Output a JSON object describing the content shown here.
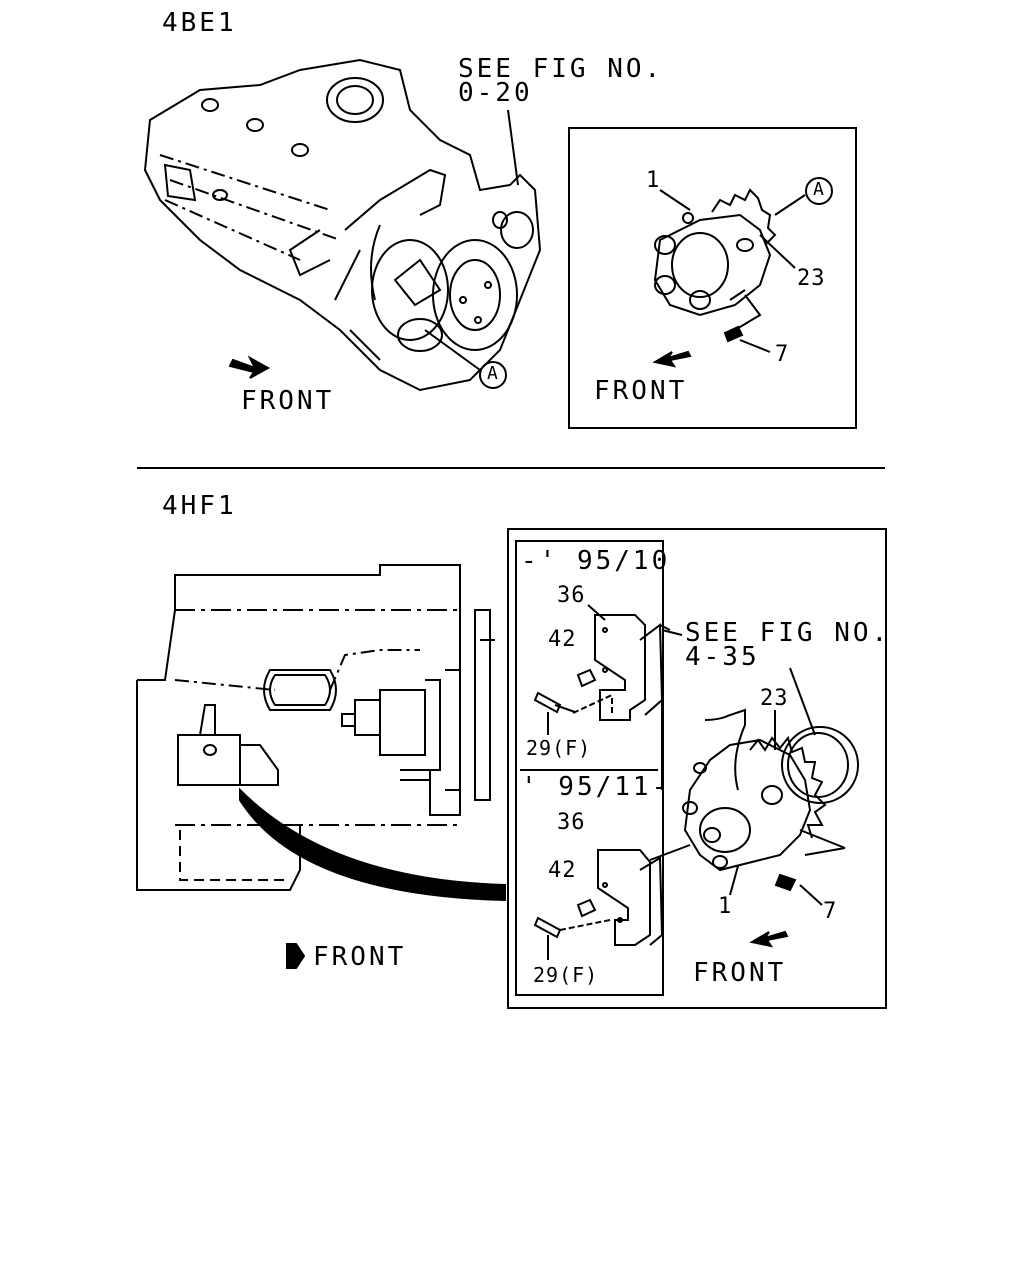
{
  "upper": {
    "model_label": "4BE1",
    "see_fig_line1": "SEE FIG NO.",
    "see_fig_line2": "0-20",
    "callout_a": "A",
    "front_label": "FRONT",
    "inset": {
      "part_1": "1",
      "callout_a": "A",
      "part_23": "23",
      "part_7": "7",
      "front_label": "FRONT"
    }
  },
  "lower": {
    "model_label": "4HF1",
    "front_label": "FRONT",
    "inset": {
      "variant_early": {
        "period": "-' 95/10",
        "part_36": "36",
        "part_42": "42",
        "part_29": "29(F)"
      },
      "variant_late": {
        "period": "' 95/11-",
        "part_36": "36",
        "part_42": "42",
        "part_29": "29(F)"
      },
      "see_fig_line1": "SEE FIG NO.",
      "see_fig_line2": "4-35",
      "part_23": "23",
      "part_1": "1",
      "part_7": "7",
      "front_label": "FRONT"
    }
  }
}
